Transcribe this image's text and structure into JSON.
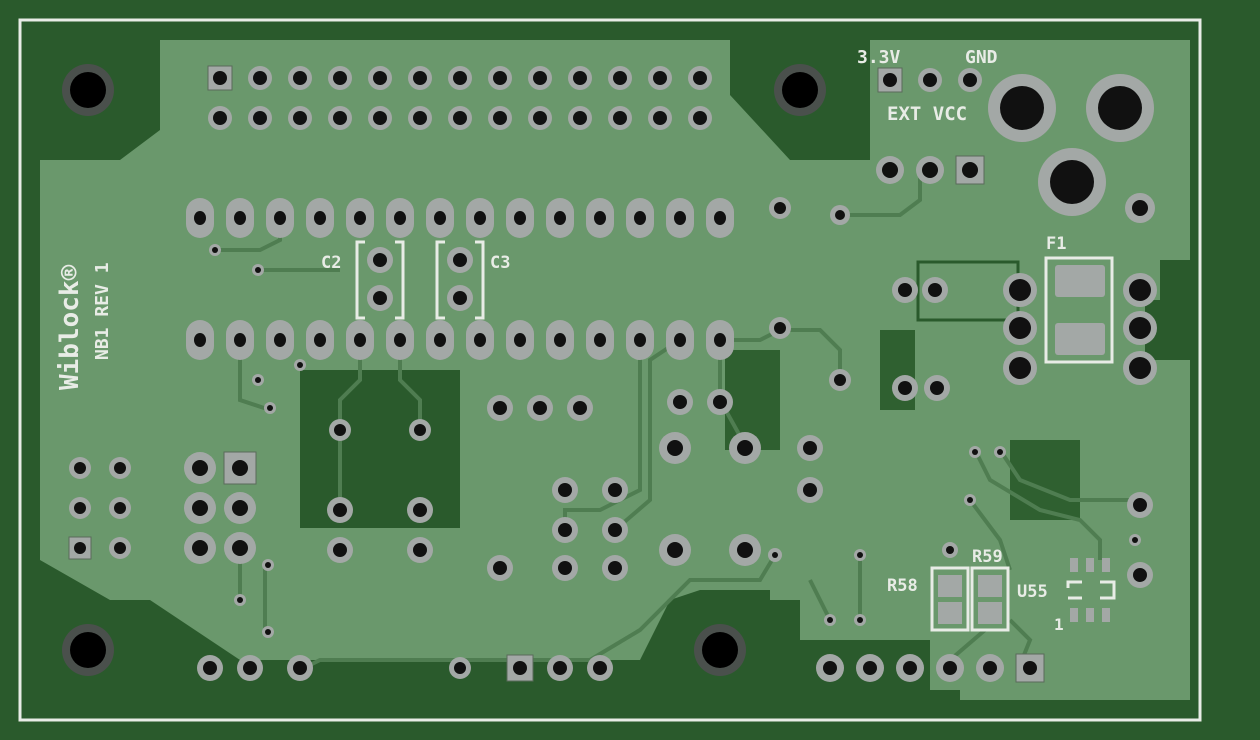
{
  "board": {
    "name_logo": "Wiblock®",
    "revision": "NB1 REV 1"
  },
  "labels": {
    "v33": "3.3V",
    "gnd": "GND",
    "ext_vcc": "EXT VCC",
    "fuse": "F1",
    "cap2": "C2",
    "cap3": "C3",
    "res58": "R58",
    "res59": "R59",
    "ic55": "U55",
    "pin1": "1"
  },
  "colors": {
    "substrate": "#2a5a2c",
    "copper_pour": "#6a986c",
    "trace": "#5a885c",
    "pad": "#a3a8a6",
    "hole": "#111111",
    "silkscreen": "#e8ece6"
  }
}
